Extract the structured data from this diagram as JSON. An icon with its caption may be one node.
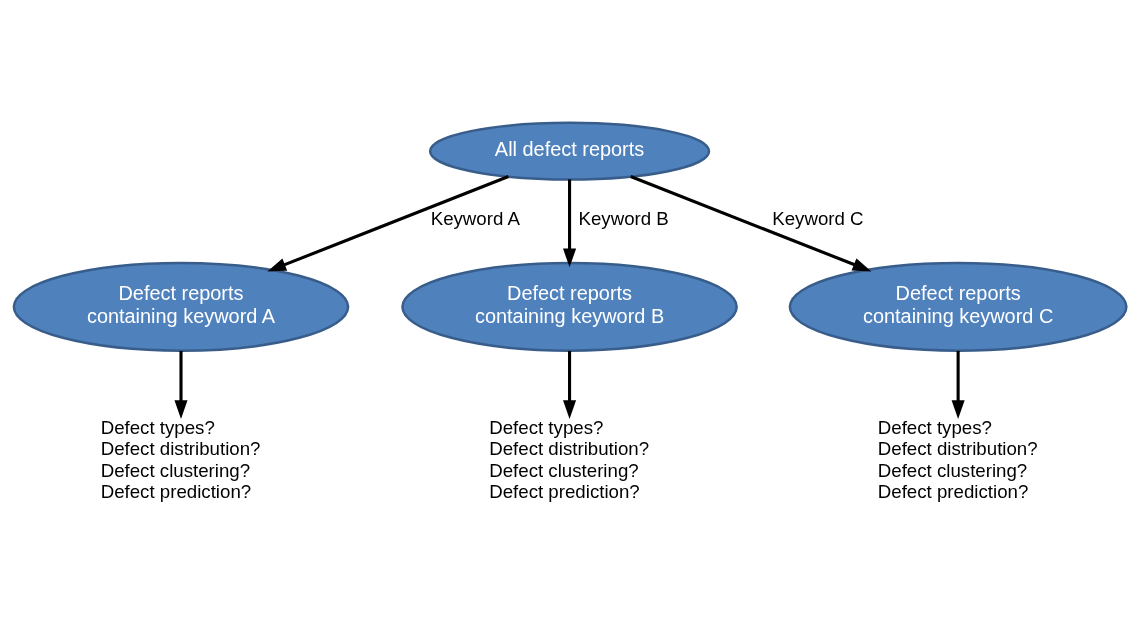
{
  "diagram": {
    "nodes": [
      {
        "text": [
          "All defect reports"
        ]
      },
      {
        "text": [
          "Defect reports containing keyword A"
        ]
      },
      {
        "text": [
          "Defect reports containing keyword B"
        ]
      },
      {
        "text": [
          "Defect reports containing keyword C"
        ]
      },
      {
        "text": [
          "Defect types?",
          "Defect distribution?",
          "Defect clustering?",
          "Defect prediction?"
        ]
      },
      {
        "text": [
          "Defect types?",
          "Defect distribution?",
          "Defect clustering?",
          "Defect prediction?"
        ]
      },
      {
        "text": [
          "Defect types?",
          "Defect distribution?",
          "Defect clustering?",
          "Defect prediction?"
        ]
      }
    ],
    "edges": [
      {
        "from": 0,
        "to": 1,
        "arrow": "to",
        "label": "Keyword A"
      },
      {
        "from": 0,
        "to": 2,
        "arrow": "to",
        "label": "Keyword B"
      },
      {
        "from": 0,
        "to": 3,
        "arrow": "to",
        "label": "Keyword C"
      },
      {
        "from": 1,
        "to": 4,
        "arrow": "to"
      },
      {
        "from": 2,
        "to": 5,
        "arrow": "to"
      },
      {
        "from": 3,
        "to": 6,
        "arrow": "to"
      }
    ]
  }
}
